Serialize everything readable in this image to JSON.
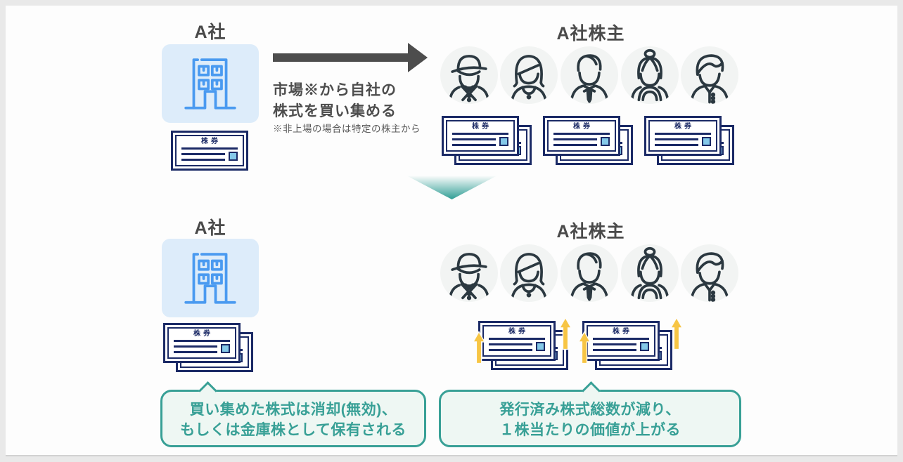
{
  "labels": {
    "company": "A社",
    "shareholders": "A社株主",
    "certificate": "株券"
  },
  "process": {
    "arrow_text_line1": "市場※から自社の",
    "arrow_text_line2": "株式を買い集める",
    "arrow_note": "※非上場の場合は特定の株主から"
  },
  "callouts": {
    "left": {
      "line1": "買い集めた株式は消却(無効)、",
      "line2": "もしくは金庫株として保有される"
    },
    "right": {
      "line1": "発行済み株式総数が減り、",
      "line2": "１株当たりの価値が上がる"
    }
  },
  "icons": {
    "building": "building-icon",
    "certificate_seal": "seal-square-icon",
    "avatars": [
      "elderly-man-icon",
      "woman-icon",
      "man-necktie-icon",
      "elderly-woman-icon",
      "young-man-icon"
    ],
    "flow_arrow": "right-arrow-icon",
    "transition": "down-chevron-icon",
    "value_up": "up-arrow-icon"
  },
  "colors": {
    "page_bg": "#e9e9e9",
    "panel_bg": "#fdfdfd",
    "navy": "#1b2a66",
    "building_blue": "#4a9af0",
    "building_bg": "#ddecfa",
    "seal_blue": "#85c9e9",
    "text_gray": "#4d4d4d",
    "teal": "#38a096",
    "callout_bg": "#eef7f3",
    "chevron_teal": "#2e9d94",
    "arrow_yellow": "#f7c544",
    "avatar_bg": "#f2f4f3",
    "avatar_line": "#2b3840"
  }
}
